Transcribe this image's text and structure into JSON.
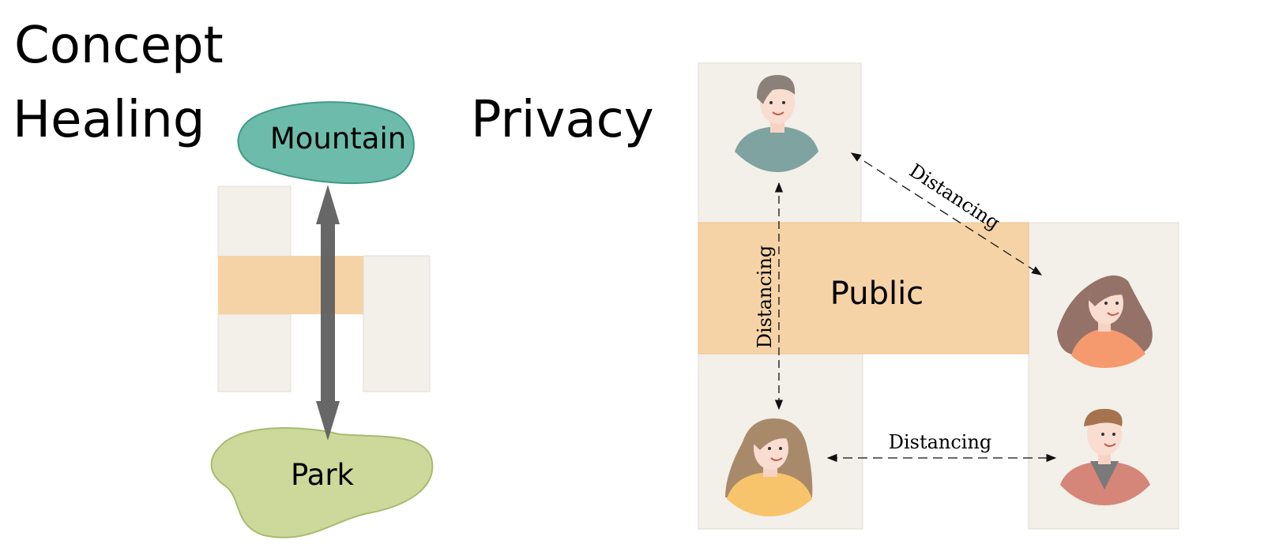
{
  "titles": {
    "concept": "Concept",
    "healing": "Healing",
    "privacy": "Privacy"
  },
  "healing_diagram": {
    "top_blob_label": "Mountain",
    "bottom_blob_label": "Park"
  },
  "privacy_diagram": {
    "center_label": "Public",
    "distance_labels": {
      "vertical": "Distancing",
      "diagonal": "Distancing",
      "horizontal": "Distancing"
    }
  },
  "colors": {
    "mountain_fill": "#6dbcab",
    "mountain_stroke": "#3f9a86",
    "park_fill": "#cdd89b",
    "park_stroke": "#a8bb70",
    "building": "#f3efe9",
    "public_zone": "#f6d3a6",
    "arrow": "#5f5f5f"
  }
}
